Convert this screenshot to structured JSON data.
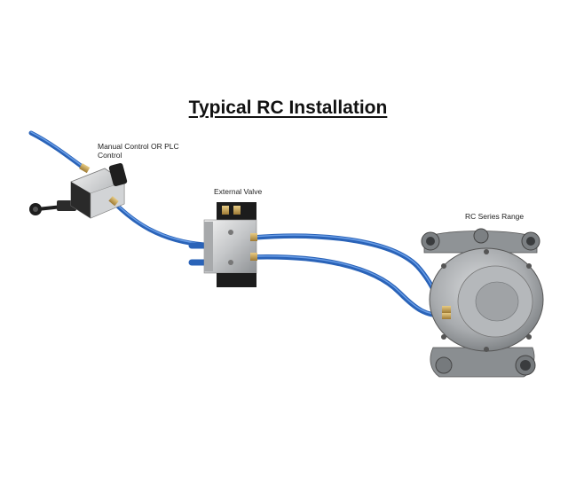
{
  "title": "Typical RC Installation",
  "labels": {
    "manual_control": "Manual Control OR PLC Control",
    "external_valve": "External Valve",
    "pump": "RC Series Range"
  },
  "colors": {
    "hose": "#2a63b8",
    "hose_highlight": "#5a93e6",
    "fitting": "#c9a45a",
    "metal": "#c8cacc",
    "dark": "#1e1e1e"
  }
}
